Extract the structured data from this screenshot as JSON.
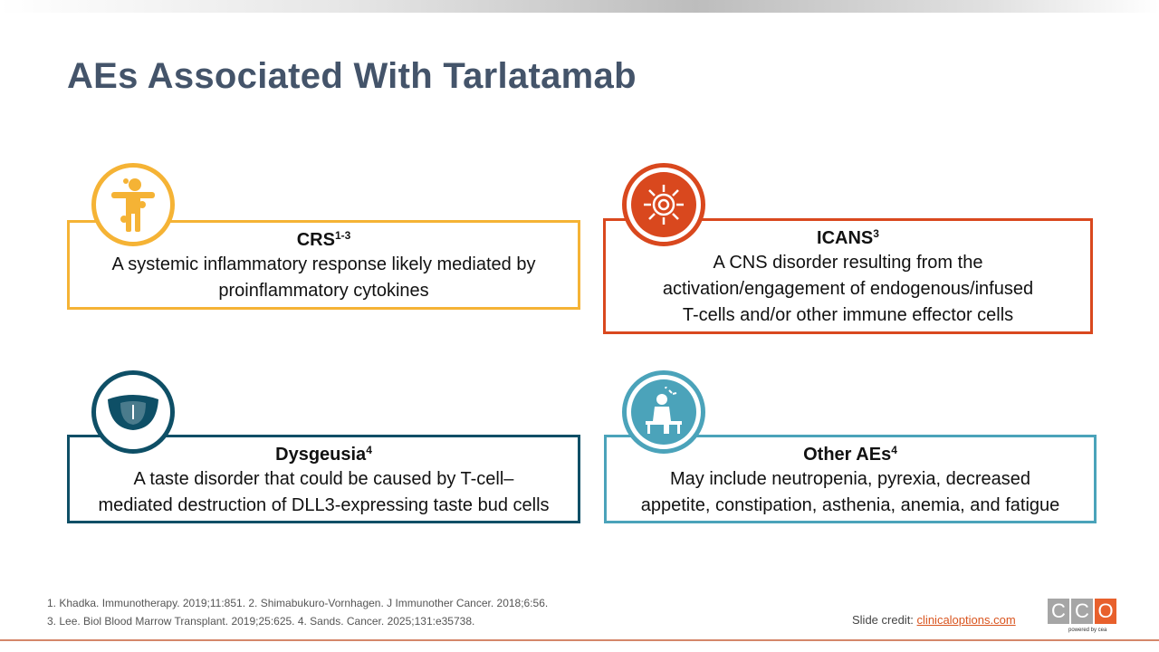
{
  "title": "AEs Associated With Tarlatamab",
  "cards": [
    {
      "name": "CRS",
      "sup": "1-3",
      "lines": [
        "A systemic inflammatory response likely mediated by",
        "proinflammatory cytokines"
      ],
      "icon": "body-inflammation-icon",
      "color": "#F5B335"
    },
    {
      "name": "ICANS",
      "sup": "3",
      "lines": [
        "A CNS disorder resulting from the",
        "activation/engagement of endogenous/infused",
        "T-cells and/or other immune effector cells"
      ],
      "icon": "immune-cell-icon",
      "color": "#D9481E"
    },
    {
      "name": "Dysgeusia",
      "sup": "4",
      "lines": [
        "A taste disorder that could be caused by T-cell–",
        "mediated destruction of DLL3-expressing taste bud cells"
      ],
      "icon": "tongue-icon",
      "color": "#0E4F66"
    },
    {
      "name": "Other AEs",
      "sup": "4",
      "lines": [
        "May include neutropenia, pyrexia, decreased",
        "appetite, constipation, asthenia, anemia, and fatigue"
      ],
      "icon": "fatigued-person-icon",
      "color": "#4BA3BA"
    }
  ],
  "references": [
    "1. Khadka. Immunotherapy. 2019;11:851. 2. Shimabukuro-Vornhagen. J Immunother Cancer. 2018;6:56.",
    "3. Lee. Biol Blood Marrow Transplant. 2019;25:625. 4. Sands. Cancer. 2025;131:e35738."
  ],
  "credit": {
    "label": "Slide credit: ",
    "link": "clinicaloptions.com"
  },
  "logo": {
    "letters": [
      "C",
      "C",
      "O"
    ],
    "powered": "powered by cea"
  }
}
